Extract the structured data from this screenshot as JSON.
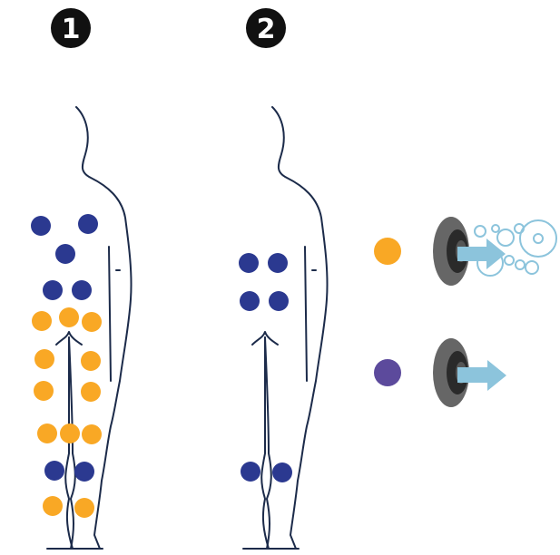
{
  "panels": [
    {
      "number": "1",
      "dots": [
        {
          "type": "dark"
        },
        {
          "type": "dark"
        },
        {
          "type": "dark"
        },
        {
          "type": "dark"
        },
        {
          "type": "dark"
        },
        {
          "type": "light"
        },
        {
          "type": "light"
        },
        {
          "type": "light"
        },
        {
          "type": "light"
        },
        {
          "type": "light"
        },
        {
          "type": "light"
        },
        {
          "type": "light"
        },
        {
          "type": "light"
        },
        {
          "type": "light"
        },
        {
          "type": "light"
        },
        {
          "type": "dark"
        },
        {
          "type": "dark"
        },
        {
          "type": "light"
        },
        {
          "type": "light"
        }
      ]
    },
    {
      "number": "2",
      "dots": [
        {
          "type": "dark"
        },
        {
          "type": "dark"
        },
        {
          "type": "dark"
        },
        {
          "type": "dark"
        },
        {
          "type": "dark"
        },
        {
          "type": "dark"
        }
      ]
    }
  ],
  "legend": [
    {
      "dot": "light",
      "icon": "radial-shockwave-icon"
    },
    {
      "dot": "violet",
      "icon": "focused-shockwave-icon"
    }
  ],
  "colors": {
    "dark": "#2b3990",
    "light": "#f9a825",
    "violet": "#5c4a9c",
    "outline": "#1c2b4a",
    "applicator": "#666666",
    "arrow": "#8cc4dc"
  }
}
